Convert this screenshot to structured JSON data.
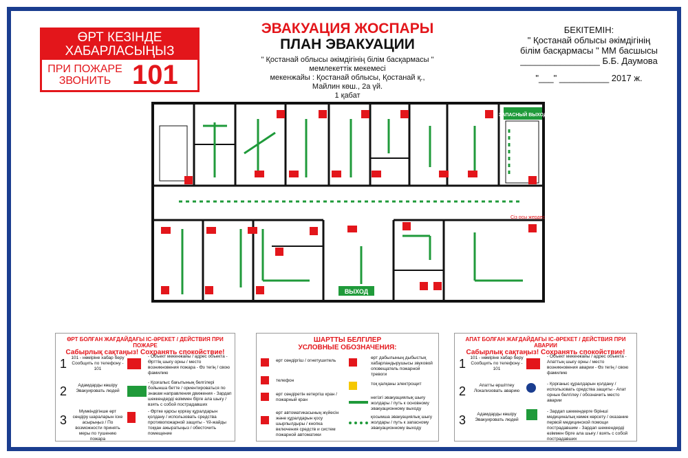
{
  "header": {
    "phone_top": "ӨРТ КЕЗІНДЕ ХАБАРЛАСЫҢЫЗ",
    "phone_label": "ПРИ ПОЖАРЕ ЗВОНИТЬ",
    "phone_number": "101",
    "title_kz": "ЭВАКУАЦИЯ ЖОСПАРЫ",
    "title_ru": "ПЛАН ЭВАКУАЦИИ",
    "org_line1": "\" Қостанай облысы әкімдігінің білім басқармасы \"",
    "org_line2": "мемлекеттік мекемесі",
    "addr_line1": "мекенжайы : Қостанай облысы, Қостанай қ.,",
    "addr_line2": "Майлин көш., 2а үй.",
    "floor": "1 қабат"
  },
  "approval": {
    "heading": "БЕКІТЕМІН:",
    "line1": "\" Қостанай облысы әкімдігінің",
    "line2": "білім басқармасы \" ММ басшысы",
    "line3": "________________ Б.Б. Даумова",
    "line4": "\"___\" __________ 2017 ж."
  },
  "plan": {
    "exit_label": "ВЫХОД",
    "spare_exit_label": "ЗАПАСНЫЙ ВЫХОД",
    "you_are_here": "Сіз осы жердесіз!"
  },
  "panel_fire": {
    "title": "ӨРТ БОЛҒАН ЖАҒДАЙДАҒЫ ІС-ӘРЕКЕТ / ДЕЙСТВИЯ ПРИ ПОЖАРЕ",
    "subtitle": "Сабырлық сақтаңыз!   Сохранять спокойствие!",
    "steps": [
      {
        "n": "1",
        "desc": "101 - нөміріне хабар беру Сообщить по телефону - 101",
        "txt": "- Объект мекенжайы / адрес объекта - Өрттің шығу орны / место возникновения пожара - Өз тегің / свою фамилию"
      },
      {
        "n": "2",
        "desc": "Адамдарды көшіру Эвакуировать людей",
        "txt": "- Қозғалыс бағытының белгілері бойынша бетте / ориентироваться по знакам направления движения - Зардап шеккендерді өзіммен бірге ала шығу / взять с собой пострадавших"
      },
      {
        "n": "3",
        "desc": "Мүмкіндігінше өрт сөндіру шараларын іске асырыңыз / По возможности принять меры по тушению пожара",
        "txt": "- Өртке қарсы қорғау құралдарын қолдану / использовать средства противопожарной защиты - Үй-жайды тоққан ажыратыңыз / обесточить помещение"
      }
    ]
  },
  "panel_legend": {
    "title": "ШАРТТЫ БЕЛГІЛЕР",
    "subtitle": "УСЛОВНЫЕ ОБОЗНАЧЕНИЯ:",
    "items": [
      {
        "icon": "extinguisher-icon",
        "text": "өрт сөндіргіш / огнетушитель"
      },
      {
        "icon": "phone-icon",
        "text": "телефон"
      },
      {
        "icon": "hydrant-icon",
        "text": "өрт сөндіретін кетергіш кран / пожарный кран"
      },
      {
        "icon": "alarm-button-icon",
        "text": "өрт автоматикасының жүйесін және құралдарын қосу шырпылдыры / кнопка включения средств и систем пожарной автоматики"
      },
      {
        "icon": "siren-icon",
        "text": "өрт дабылының дыбыстық хабарландырушысы звуковой оповещатель пожарной тревоги"
      },
      {
        "icon": "voltage-icon",
        "text": "тоқ қалқаны электрощит"
      },
      {
        "icon": "main-route-icon",
        "text": "негізгі эвакуациялық шығу жолдары / путь к основному эвакуационному выходу"
      },
      {
        "icon": "spare-route-icon",
        "text": "қосымша эвакуациялық шығу жолдары / путь к запасному эвакуационному выходу"
      }
    ]
  },
  "panel_accident": {
    "title": "АПАТ БОЛҒАН ЖАҒДАЙДАҒЫ ІС-ӘРЕКЕТ / ДЕЙСТВИЯ ПРИ АВАРИИ",
    "subtitle": "Сабырлық сақтаңыз!   Сохранять спокойствие!",
    "steps": [
      {
        "n": "1",
        "desc": "101 - нөміріне хабар беру Сообщить по телефону - 101",
        "txt": "- Объект мекенжайы / адрес объекта - Апаттың шығу орны / место возникновения аварии - Өз тегің / свою фамилию"
      },
      {
        "n": "2",
        "desc": "Апатты өршітпеу Локализовать аварию",
        "txt": "- Қорғаныс құралдарын қолдану / использовать средства защиты - Апат орнын белгілеу / обозначить место аварии"
      },
      {
        "n": "3",
        "desc": "Адамдарды көшіру Эвакуировать людей",
        "txt": "- Зардап шеккендерге бірінші медициналық көмек көрсету / оказание первой медицинской помощи пострадавшим - Зардап шеккендерді өзіммен бірге ала шығу / взять с собой пострадавших"
      }
    ]
  },
  "colors": {
    "red": "#e3161b",
    "green": "#1f9a3a",
    "frame": "#1a3d8f"
  }
}
